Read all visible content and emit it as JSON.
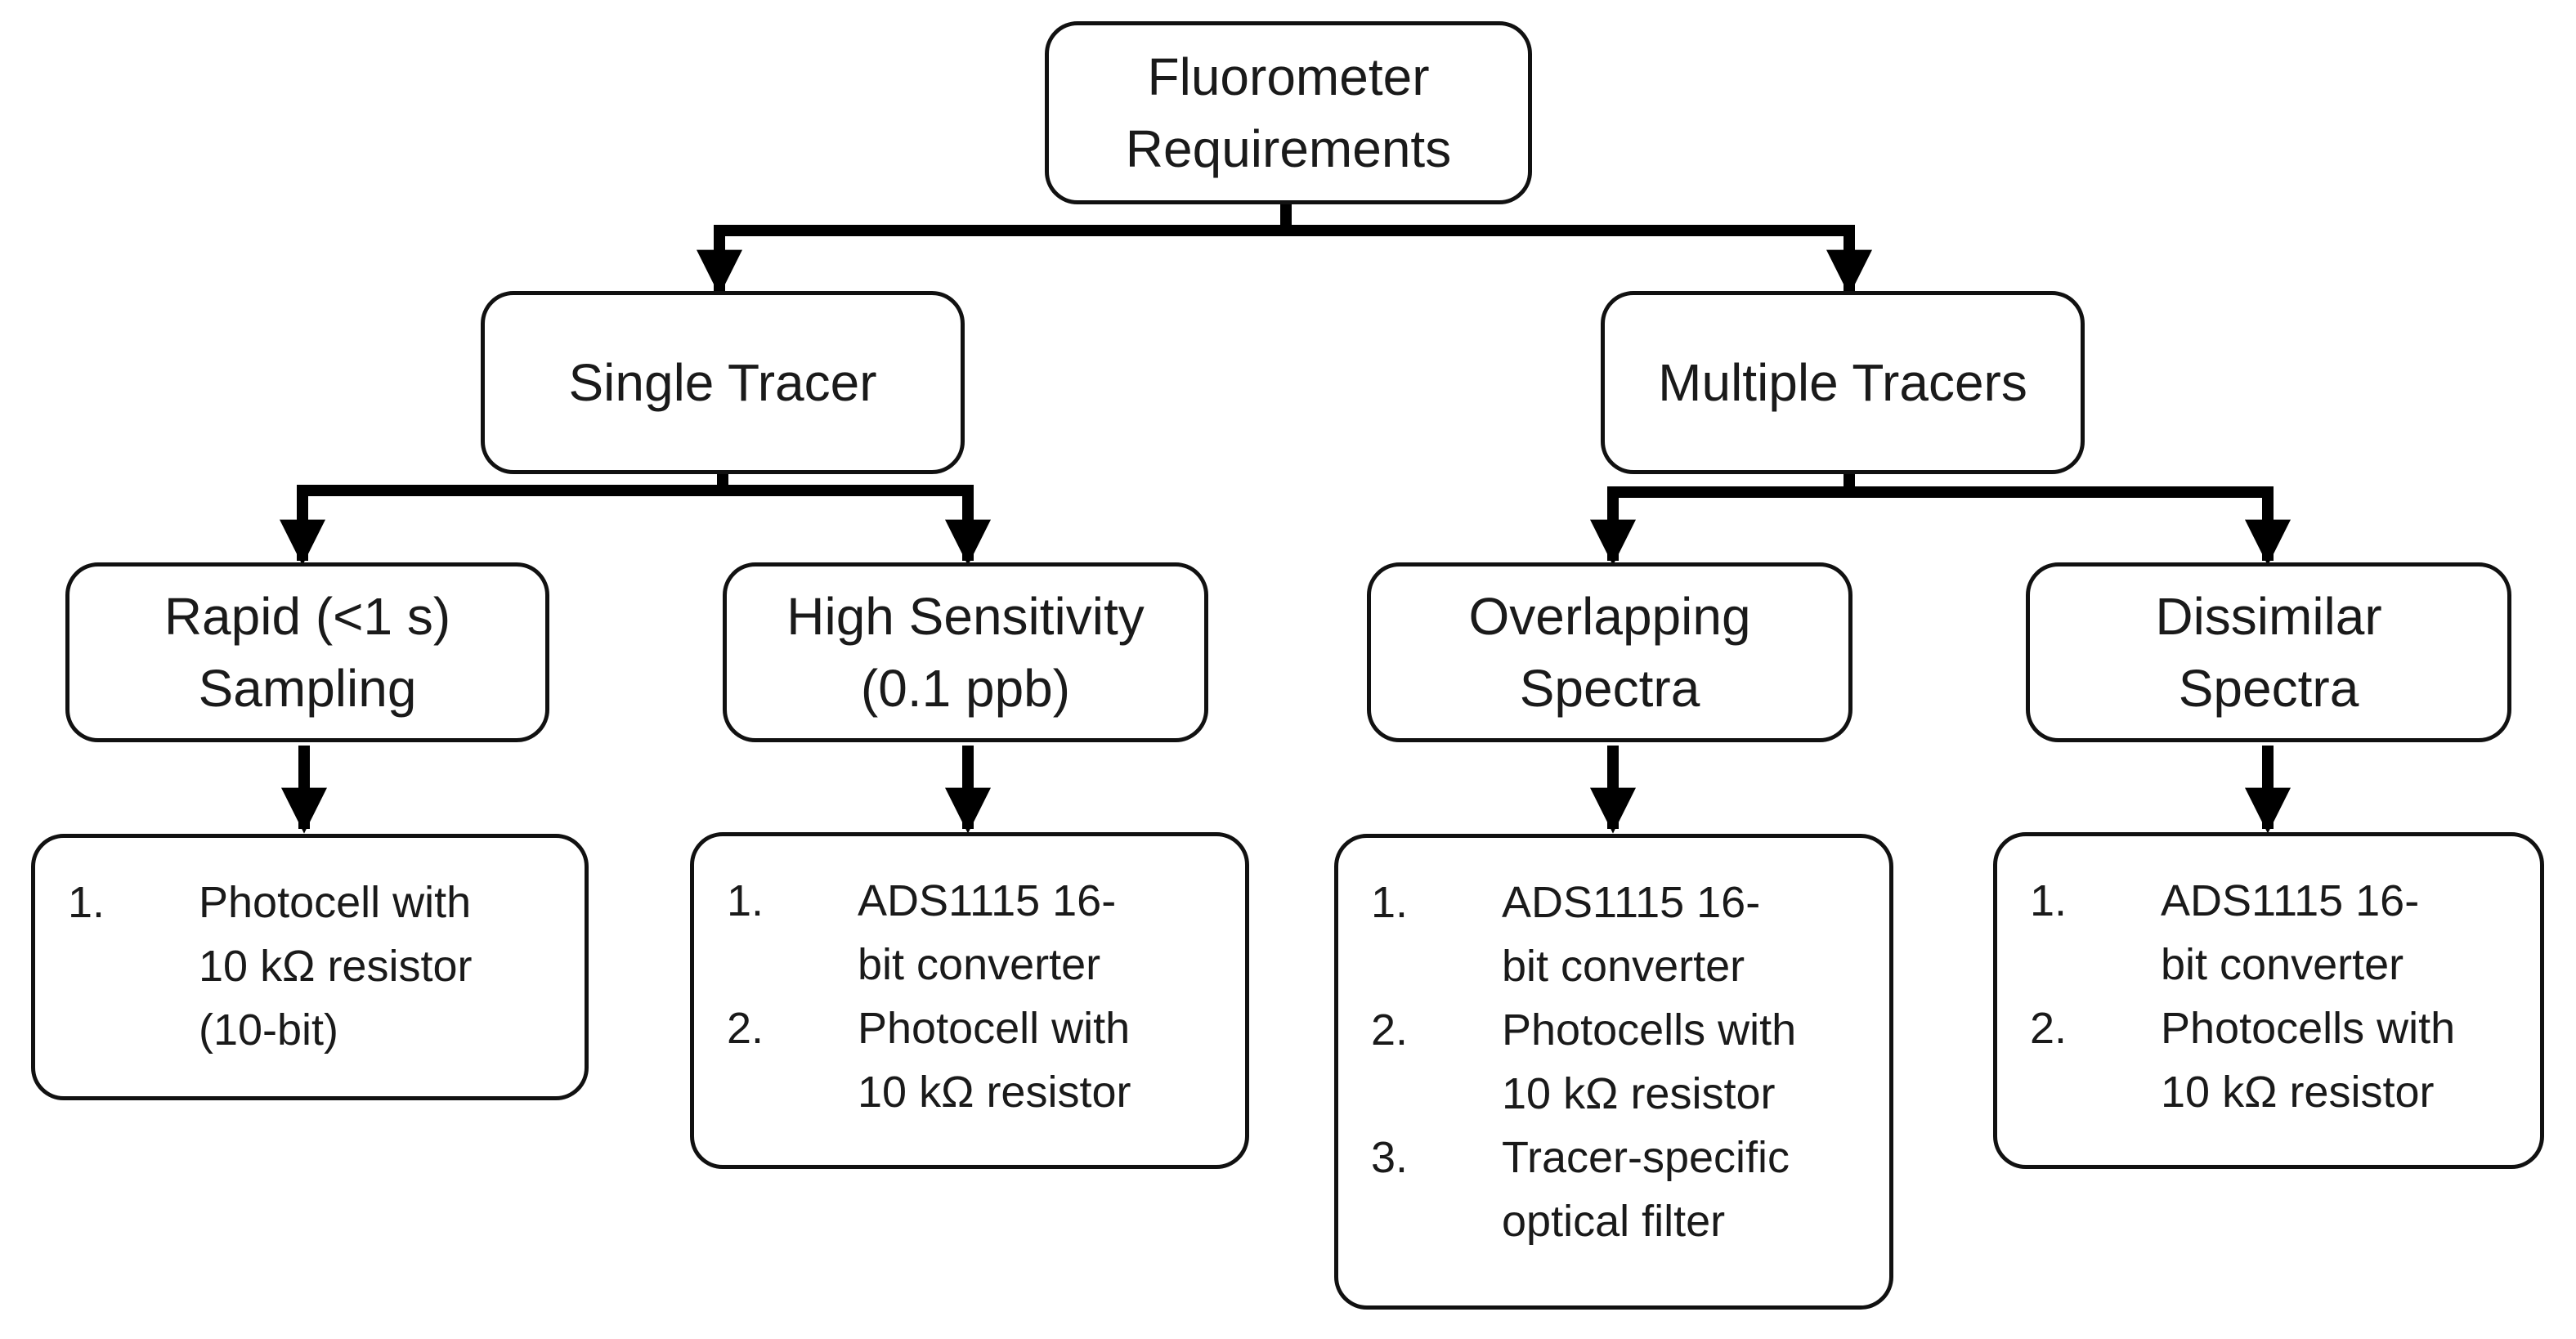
{
  "root": {
    "line1": "Fluorometer",
    "line2": "Requirements"
  },
  "branches": [
    {
      "title": "Single Tracer",
      "children": [
        {
          "line1": "Rapid (<1 s)",
          "line2": "Sampling",
          "items": [
            {
              "num": "1.",
              "lines": [
                "Photocell with",
                "10 kΩ resistor",
                "(10-bit)"
              ]
            }
          ]
        },
        {
          "line1": "High Sensitivity",
          "line2": "(0.1 ppb)",
          "items": [
            {
              "num": "1.",
              "lines": [
                "ADS1115 16-",
                "bit converter"
              ]
            },
            {
              "num": "2.",
              "lines": [
                "Photocell with",
                "10 kΩ resistor"
              ]
            }
          ]
        }
      ]
    },
    {
      "title": "Multiple Tracers",
      "children": [
        {
          "line1": "Overlapping",
          "line2": "Spectra",
          "items": [
            {
              "num": "1.",
              "lines": [
                "ADS1115 16-",
                "bit converter"
              ]
            },
            {
              "num": "2.",
              "lines": [
                "Photocells with",
                "10 kΩ resistor"
              ]
            },
            {
              "num": "3.",
              "lines": [
                "Tracer-specific",
                "optical filter"
              ]
            }
          ]
        },
        {
          "line1": "Dissimilar",
          "line2": "Spectra",
          "items": [
            {
              "num": "1.",
              "lines": [
                "ADS1115 16-",
                "bit converter"
              ]
            },
            {
              "num": "2.",
              "lines": [
                "Photocells with",
                "10 kΩ resistor"
              ]
            }
          ]
        }
      ]
    }
  ]
}
